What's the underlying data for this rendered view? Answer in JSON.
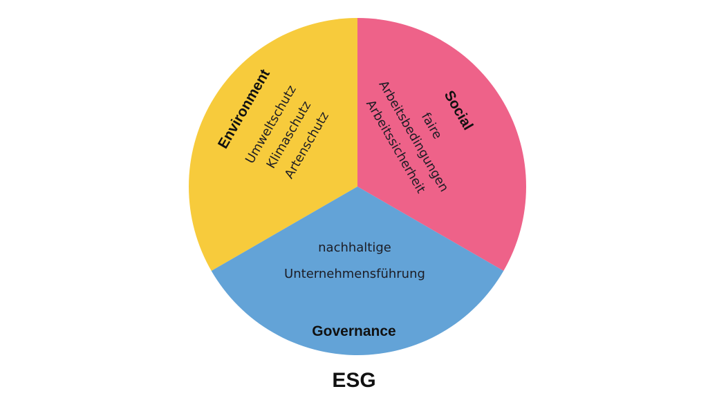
{
  "diagram": {
    "title": "ESG",
    "segments": [
      {
        "id": "environment",
        "title": "Environment",
        "color": "#f7cb3c",
        "items": [
          "Umweltschutz",
          "Klimaschutz",
          "Artenschutz"
        ]
      },
      {
        "id": "social",
        "title": "Social",
        "color": "#ee6289",
        "items": [
          "faire",
          "Arbeitsbedingungen",
          "Arbeitssicherheit"
        ]
      },
      {
        "id": "governance",
        "title": "Governance",
        "color": "#63a3d7",
        "items": [
          "nachhaltige",
          "Unternehmensführung"
        ]
      }
    ]
  }
}
